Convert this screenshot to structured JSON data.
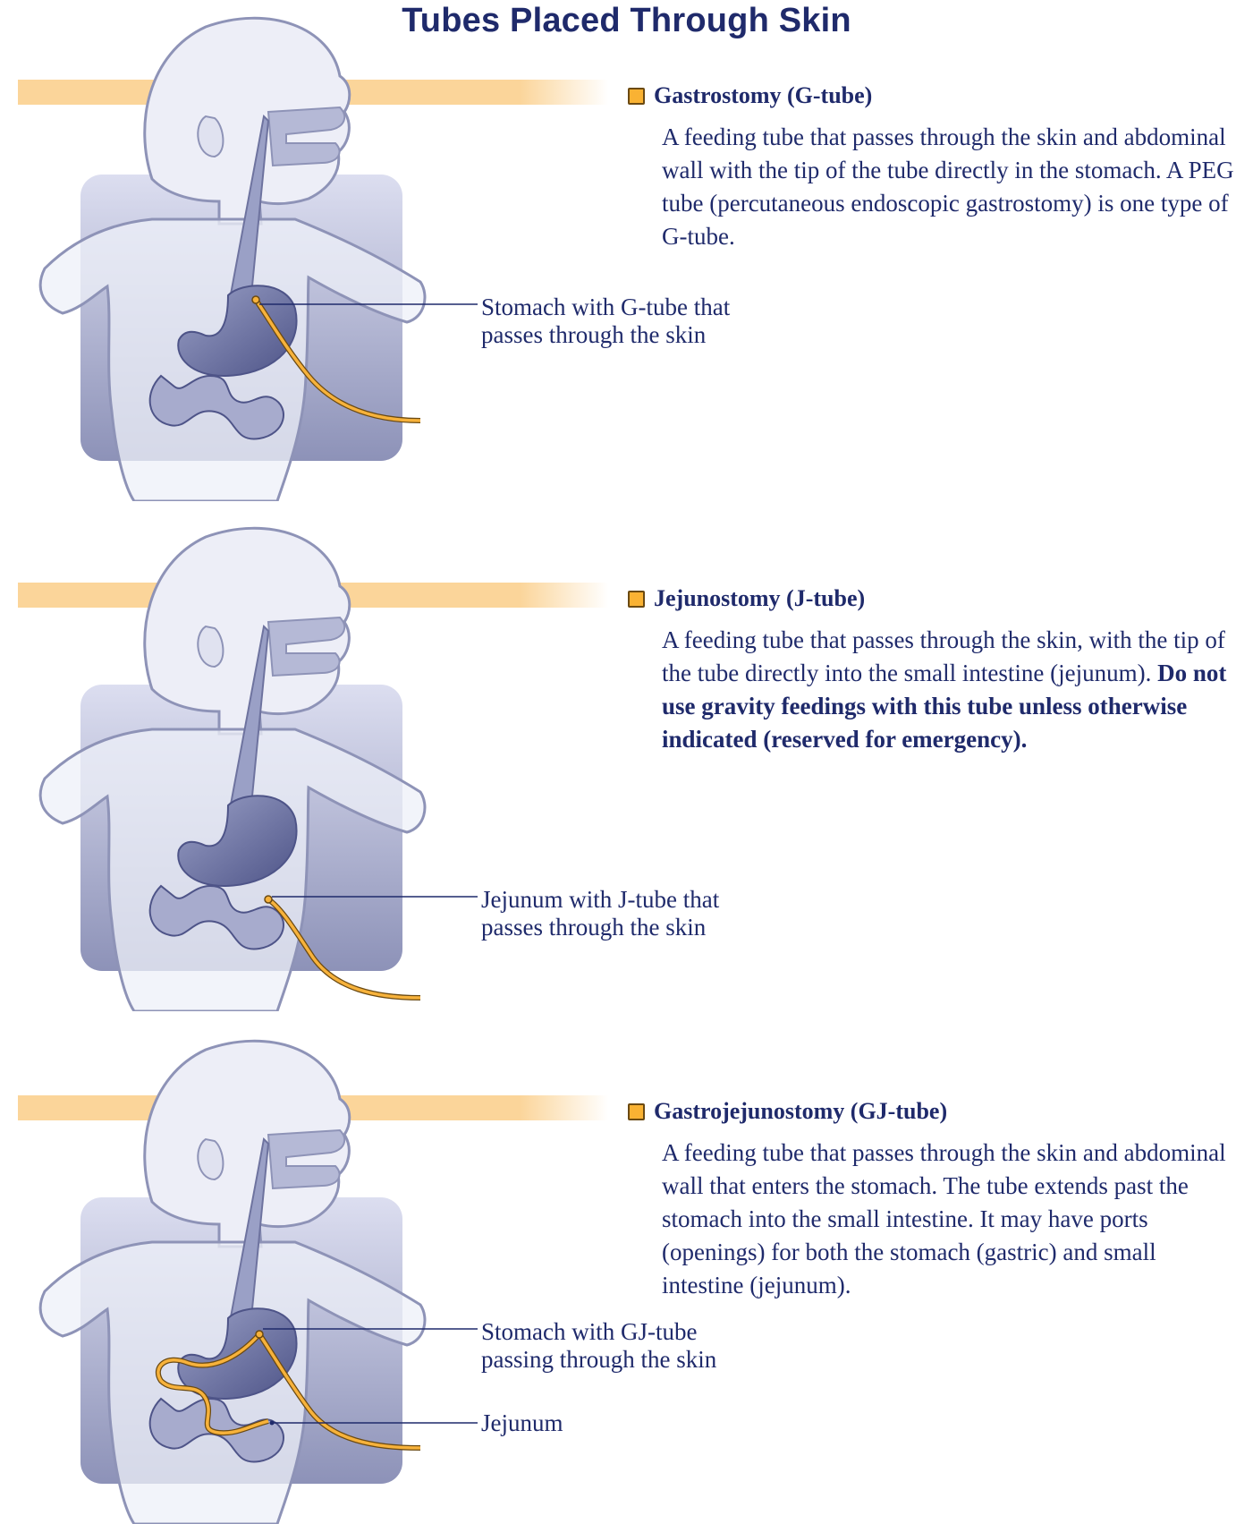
{
  "title": "Tubes Placed Through Skin",
  "colors": {
    "title": "#1f2a6b",
    "text": "#1f2a6b",
    "bullet": "#f9b233",
    "tube": "#f7b23b",
    "band": "#fbd59a",
    "body_bg": "#c9cce2",
    "organ": "#6e739f",
    "outline": "#8e93b7"
  },
  "sections": [
    {
      "heading": "Gastrostomy (G-tube)",
      "body": "A feeding tube that passes through the skin and abdominal wall with the tip of the tube directly in the stomach. A PEG tube (percutaneous endoscopic gastrostomy) is one type of G-tube.",
      "body_bold": "",
      "callouts": [
        {
          "line1": "Stomach with G-tube that",
          "line2": "passes through the skin"
        }
      ]
    },
    {
      "heading": "Jejunostomy (J-tube)",
      "body": "A feeding tube that passes through the skin, with the tip of the tube directly into the small intestine (jejunum). ",
      "body_bold": "Do not use gravity feedings with this tube unless otherwise indicated (reserved for emergency).",
      "callouts": [
        {
          "line1": "Jejunum with J-tube that",
          "line2": "passes through the skin"
        }
      ]
    },
    {
      "heading": "Gastrojejunostomy (GJ-tube)",
      "body": "A feeding tube that passes through the skin and abdominal wall that enters the stomach. The tube extends past the stomach into the small intestine. It may have ports (openings) for both the stomach (gastric) and small intestine (jejunum).",
      "body_bold": "",
      "callouts": [
        {
          "line1": "Stomach with GJ-tube",
          "line2": "passing through the skin"
        },
        {
          "line1": "Jejunum",
          "line2": ""
        }
      ]
    }
  ]
}
